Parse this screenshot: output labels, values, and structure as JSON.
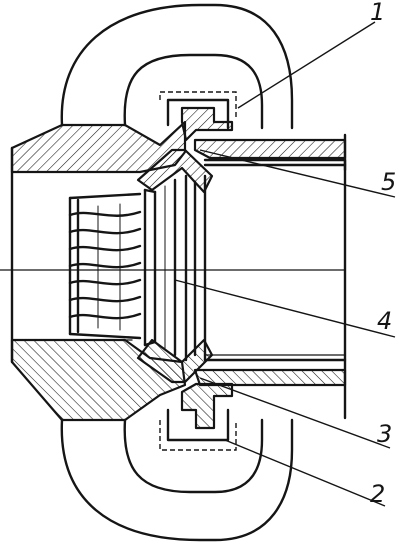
{
  "callouts": [
    {
      "id": "1",
      "label": "1"
    },
    {
      "id": "5",
      "label": "5"
    },
    {
      "id": "4",
      "label": "4"
    },
    {
      "id": "3",
      "label": "3"
    },
    {
      "id": "2",
      "label": "2"
    }
  ],
  "colors": {
    "ink": "#151515",
    "paper": "#ffffff"
  }
}
